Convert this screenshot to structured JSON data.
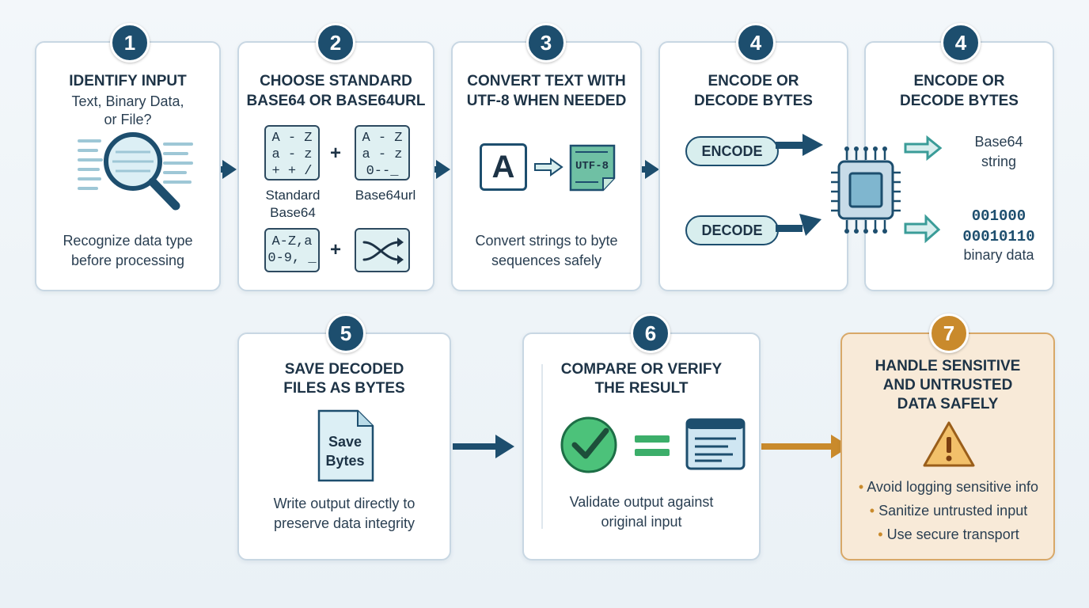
{
  "steps": [
    {
      "number": "1",
      "title": [
        "IDENTIFY INPUT"
      ],
      "subtitle": [
        "Text, Binary Data,",
        "or File?"
      ],
      "description": [
        "Recognize data type",
        "before processing"
      ]
    },
    {
      "number": "2",
      "title": [
        "CHOOSE STANDARD",
        "BASE64 OR BASE64URL"
      ],
      "tiles": {
        "standard": [
          "A - Z",
          "a - z",
          "+ + /"
        ],
        "url": [
          "A - Z",
          "a - z",
          "0--_"
        ],
        "alnum": [
          "A-Z,a",
          "0-9, _"
        ]
      },
      "labels": {
        "standard": [
          "Standard",
          "Base64"
        ],
        "url": [
          "Base64url"
        ]
      },
      "plus": "+"
    },
    {
      "number": "3",
      "title": [
        "CONVERT TEXT WITH",
        "UTF-8 WHEN NEEDED"
      ],
      "letter": "A",
      "badge": "UTF-8",
      "description": [
        "Convert strings to byte",
        "sequences safely"
      ]
    },
    {
      "number": "4",
      "title": [
        "ENCODE OR",
        "DECODE BYTES"
      ],
      "encode": "ENCODE",
      "decode": "DECODE"
    },
    {
      "number": "4",
      "title": [
        "ENCODE OR",
        "DECODE BYTES"
      ],
      "output_string": [
        "Base64",
        "string"
      ],
      "output_bits": [
        "001000",
        "00010110"
      ],
      "output_label": "binary data"
    },
    {
      "number": "5",
      "title": [
        "SAVE DECODED",
        "FILES AS BYTES"
      ],
      "file_label": [
        "Save",
        "Bytes"
      ],
      "description": [
        "Write output directly to",
        "preserve data integrity"
      ]
    },
    {
      "number": "6",
      "title": [
        "COMPARE OR VERIFY",
        "THE RESULT"
      ],
      "description": [
        "Validate output against",
        "original input"
      ]
    },
    {
      "number": "7",
      "title": [
        "HANDLE SENSITIVE",
        "AND UNTRUSTED",
        "DATA SAFELY"
      ],
      "bullets": [
        "Avoid logging sensitive info",
        "Sanitize untrusted input",
        "Use secure transport"
      ]
    }
  ],
  "colors": {
    "navy": "#1d4e6e",
    "teal": "#3a9c98",
    "orange": "#c98a2c",
    "green": "#3cae6a"
  },
  "icons": [
    "magnifier-icon",
    "shuffle-icon",
    "document-icon",
    "chip-icon",
    "check-circle-icon",
    "equals-icon",
    "text-window-icon",
    "warning-icon",
    "arrow-right-icon"
  ]
}
